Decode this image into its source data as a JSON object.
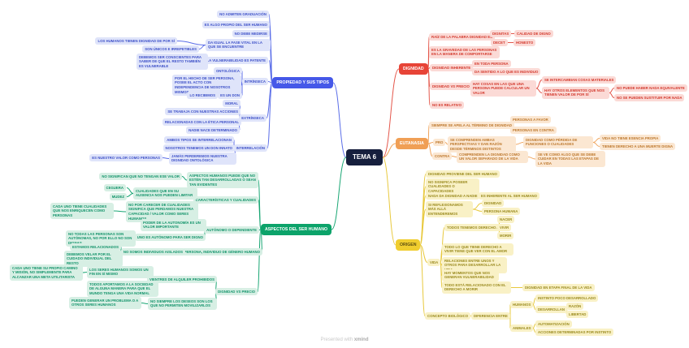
{
  "title": "TEMA 6",
  "watermark": {
    "prefix": "Presented with ",
    "brand": "xmind"
  },
  "colors": {
    "blue": "#5b6ee8",
    "green": "#18a673",
    "red": "#e4564a",
    "orange": "#f0a45c",
    "yellow": "#e8c93e",
    "center_bg": "#161f3d",
    "blue_bg": "#4558e8",
    "green_bg": "#0ca36a",
    "red_bg": "#e74437",
    "orange_bg": "#f09f55",
    "yellow_bg": "#f0cd2e"
  },
  "branches": {
    "propiedad": {
      "label": "PROPIEDAD Y SUS TIPOS",
      "items": [
        "NO ADMITEN GRADUACIÓN",
        "ES ALGO PROPIO DEL SER HUMANO",
        "NO DEBE MEDIRSE",
        "DA IGUAL LA FASE VITAL EN LA QUE SE ENCUENTRE",
        "LA VULNERABILIDAD ES PATENTE",
        "INTRÍNSECA",
        "EXTRÍNSECA",
        "INTERRELACIÓN",
        "LOS HUMANOS TIENEN DIGNIDAD DE POR SÍ",
        "SON ÚNICOS E IRREPETIBLES",
        "DEBEMOS SER CONSCIENTES PARA SABER DE QUE EL RESTO TAMBIÉN ES VULNERABLE",
        "ONTOLÓGICA",
        "POR EL HECHO DE SER PERSONA, POSEE EL ACTO CON INDEPENDENCIA DE NOSOTROS MISMOS",
        "ES UN DON",
        "LO RECIBIMOS",
        "MORAL",
        "SE TRABAJA CON NUESTRAS ACCIONES",
        "RELACIONADAS CON LA ÉTICA PERSONAL",
        "NADIE NACE DETERMINADO",
        "AMBOS TIPOS SE INTERRELACIONAN",
        "NOSOTROS TENEMOS UN DON INNATO",
        "JAMÁS PERDEREMOS NUESTRA DIGNIDAD ONTOLÓGICA",
        "ES NUESTRO VALOR COMO PERSONAS"
      ]
    },
    "aspectos": {
      "label": "ASPECTOS DEL SER HUMANO",
      "items": [
        "ASPECTOS HUMANOS PUEDE QUE NO ESTÉN TAN DESARROLLADAS O SEAN TAN EVIDENTES",
        "NO SIGNIFICAN QUE NO TENGAN ESE VALOR",
        "CARACTERÍSTICAS Y CUALIDADES",
        "CUALIDADES QUE EN SU AUSENCIA NOS PUEDEN LIMITAR",
        "CEGUERA",
        "MUDEZ",
        "NO POR CARECER DE CUALIDADES SIGNIFICA QUE PERDAMOS NUESTRA CAPACIDAD / VALOR COMO SERES HUMANOS",
        "CADA UNO TIENE CUALIDADES QUE NOS ENRIQUECEN COMO PERSONAS",
        "AUTÓNOMO O DEPENDIENTE",
        "PODER DE LA AUTONOMÍA ES UN VALOR IMPORTANTE",
        "UNO ES AUTÓNOMO PARA SER DIGNO",
        "NO TODAS LAS PERSONAS SON AUTÓNOMAS, NO POR ELLO NO SON DIGNAS",
        "PERSONA, INDIVIDUO DE GÉNERO HUMANO",
        "NO SOMOS INDIVIDUOS AISLADOS",
        "ESTAMOS RELACIONADOS",
        "DEBEMOS VELAR POR EL CUIDADO INDIVIDUAL DEL RESTO",
        "DIGNIDAD VS PRECIO",
        "VIENTRES DE ALQUILER PROHIBIDOS",
        "NO SIEMPRE LOS DESEOS SON LOS QUE NO PERMITEN MOVILIZARLOS",
        "LOS SERES HUMANOS SOMOS UN FIN EN SÍ MISMO",
        "TODOS APORTAMOS A LA SOCIEDAD DE ALGUNA MANERA PARA QUE EL MUNDO TENGA UNA VIDA NORMAL",
        "CADA UNO TIENE SU PROPIO CAMINO Y MISIÓN, NO SIMPLEMENTE PARA ALCANZAR UNA META UTILITARISTA",
        "PUEDEN GENERAR UN PROBLEMA O A OTROS SERES HUMANOS"
      ]
    },
    "dignidad": {
      "label": "DIGNIDAD",
      "items": [
        "RAÍZ DE LA PALABRA DIGNIDAD ES",
        "DIGNITAS",
        "CALIDAD DE DIGNO",
        "DECET",
        "HONESTO",
        "ES LA GRAVEDAD DE LAS PERSONAS EN LA MANERA DE COMPORTARSE",
        "DIGNIDAD INHERENTE",
        "EN TODA PERSONA",
        "DA SENTIDO A LO QUE ES INDIVIDUO",
        "DIGNIDAD VS PRECIO",
        "HAY COSAS EN LAS QUE UNA PERSONA PUEDE CALCULAR UN VALOR",
        "SE INTERCAMBIAN COSAS MATERIALES",
        "HAY OTROS ELEMENTOS QUE NOS TIENEN VALOR DE POR SÍ",
        "NO PUEDE HABER NADA EQUIVALENTE",
        "NO SE PUEDEN SUSTITUIR POR NADA",
        "NO ES RELATIVO"
      ]
    },
    "eutanasia": {
      "label": "EUTANASIA",
      "items": [
        "SIEMPRE SE APELA AL TÉRMINO DE DIGNIDAD",
        "PERSONAS A FAVOR",
        "PERSONAS EN CONTRA",
        "PRO",
        "SE COMPRENDEN AMBAS PERSPECTIVAS Y DAN RAZÓN DESDE TÉRMINOS DISTINTOS",
        "DIGNIDAD COMO PÉRDIDA DE FUNCIONES O CUALIDADES",
        "VIDA NO TIENE ESENCIA PROPIA",
        "TIENEN DERECHO A UNA MUERTE DIGNA",
        "CONTRA",
        "COMPRENDEN LA DIGNIDAD COMO UN VALOR SEPARADO DE LA VIDA",
        "SE VE COMO ALGO QUE SE DEBE CUIDAR EN TODAS LAS ETAPAS DE LA VIDA"
      ]
    },
    "origen": {
      "label": "ORIGEN",
      "items": [
        "DIGNIDAD PROVIENE DEL SER HUMANO",
        "NO SIGNIFICA POSEER CUALIDADES O CAPACIDADES",
        "NADA DA DIGNIDAD A NADIE",
        "ES INHERENTE AL SER HUMANO",
        "SI REFLEXIONAMOS MÁS ALLÁ ENTENDEREMOS",
        "DIGNIDAD",
        "PERSONA HUMANA",
        "VIDA",
        "TODOS TENEMOS DERECHO A",
        "NACER",
        "VIVIR",
        "MORIR",
        "TODO LO QUE TIENE DERECHO A VIVIR TIENE QUE VER CON EL AMOR",
        "RELACIONES ENTRE UNOS Y OTROS PARA DESARROLLAR LA VIDA",
        "HAY MOMENTOS QUE NOS GENERAN VULNERABILIDAD",
        "TODO ESTÁ RELACIONADO CON EL DERECHO A MORIR",
        "DIGNIDAD EN ETAPA FINAL DE LA VIDA",
        "CONCEPTO BIOLÓGICO",
        "DIFERENCIA ENTRE",
        "HUMANOS",
        "ANIMALES",
        "INSTINTO POCO DESARROLLADO",
        "DESARROLLAN",
        "RAZÓN",
        "LIBERTAD",
        "AUTOMATIZACIÓN",
        "ACCIONES DETERMINADAS POR INSTINTO"
      ]
    }
  }
}
